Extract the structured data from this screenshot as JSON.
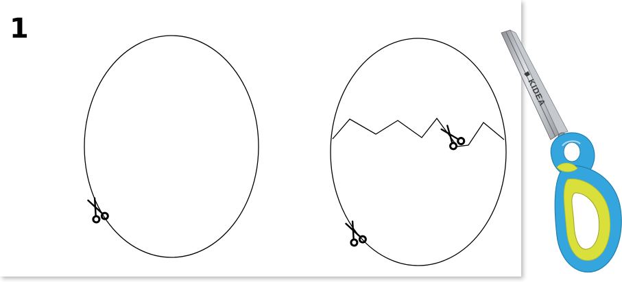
{
  "instruction_sheet": {
    "step_number": "1",
    "templates": [
      {
        "name": "plain-egg",
        "shape": "oval",
        "cut_markers": 1
      },
      {
        "name": "cracked-egg",
        "shape": "oval with zig-zag crack line",
        "cut_markers": 2
      }
    ]
  },
  "tool_photo": {
    "object": "scissors",
    "brand_label": "KIDEA",
    "colors": {
      "handle": "#35a5dd",
      "handle_accent": "#d9e03c",
      "blade": "#b9bcc0"
    }
  },
  "icons": [
    "scissors-cut-icon"
  ]
}
